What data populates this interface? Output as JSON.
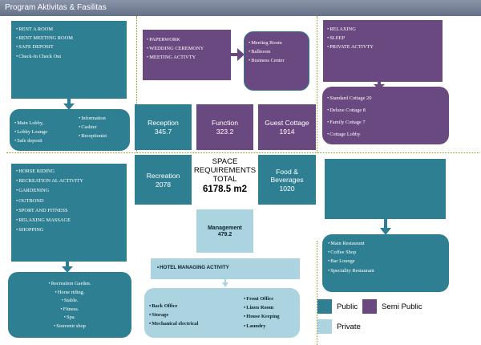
{
  "title": "Program Aktivitas & Fasilitas",
  "public_activities": [
    "RENT A ROOM",
    "RENT MEETING ROOM",
    "SAFE DEPOSIT",
    "Check-In Check Out"
  ],
  "lobby_facilities_left": [
    "Main Lobby,",
    "Lobby Lounge",
    "Safe deposit"
  ],
  "lobby_facilities_right": [
    "Information",
    "Cashier",
    "Receptionist"
  ],
  "function_activities": [
    "PAPERWORK",
    "WEDDING CEREMONY",
    "MEETING ACTIVTY"
  ],
  "function_facilities": [
    "Meeting Room",
    "Ballroom",
    "Business Center"
  ],
  "cottage_activities": [
    "RELAXING",
    "SLEEP",
    "PRIVATE ACTIVTY"
  ],
  "cottage_facilities": [
    "Standard Cottage 20",
    "Deluxe Cottage 8",
    "Family Cottage 7",
    "Cottage Lobby"
  ],
  "recreation_activities": [
    "HORSE RIDING",
    "RECREATION AL ACTIVITY",
    "GARDENING",
    "OUTBOND",
    "SPORT AND FITNESS",
    "RELAXING MASSAGE",
    "SHOPPING"
  ],
  "recreation_facilities": [
    "Recreation Garden.",
    "Horse riding.",
    "Stable.",
    "Fitness.",
    "Spa.",
    "Souvenir shop"
  ],
  "food_facilities": [
    "Main Restaurant",
    "Coffee Shop",
    "Bar Lounge",
    "Speciality Restaurant"
  ],
  "management_activity": "HOTEL MANAGING ACTIVITY",
  "management_left": [
    "Back Office",
    "Storage",
    "Mechanical electrical"
  ],
  "management_right": [
    "Front Office",
    "Linen Room",
    "House Keeping",
    "Laundry"
  ],
  "grid": {
    "reception": {
      "label": "Reception",
      "value": "345.7"
    },
    "function": {
      "label": "Function",
      "value": "323.2"
    },
    "guest_cottage": {
      "label": "Guest Cottage",
      "value": "1914"
    },
    "recreation": {
      "label": "Recreation",
      "value": "2078"
    },
    "food": {
      "label": "Food & Beverages",
      "value": "1020"
    },
    "management": {
      "label": "Management",
      "value": "479.2"
    }
  },
  "total": {
    "line1": "SPACE",
    "line2": "REQUIREMENTS",
    "line3": "TOTAL",
    "value": "6178.5 m2"
  },
  "legend": {
    "public": "Public",
    "semi_public": "Semi Public",
    "private": "Private"
  },
  "colors": {
    "public": "#2f7f93",
    "semi_public": "#6a4880",
    "private": "#acd3e0"
  }
}
